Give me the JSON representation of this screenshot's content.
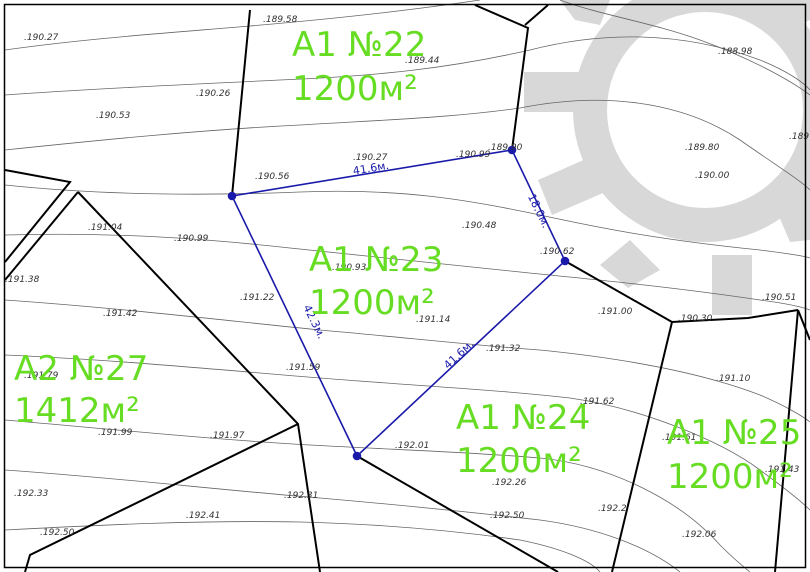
{
  "plots": [
    {
      "id": "A1 №22",
      "area": "1200м²"
    },
    {
      "id": "A1 №23",
      "area": "1200м²"
    },
    {
      "id": "A1 №24",
      "area": "1200м²"
    },
    {
      "id": "A1 №25",
      "area": "1200м²"
    },
    {
      "id": "A2 №27",
      "area": "1412м²"
    }
  ],
  "dimensions": [
    "41.6м.",
    "18.0м.",
    "42.3м.",
    "41.6м."
  ],
  "elevations": [
    ".189.58",
    ".190.27",
    ".189.44",
    ".190.26",
    ".190.53",
    ".190.27",
    ".190.99",
    ".189.90",
    ".190.56",
    ".188.98",
    ".189.80",
    ".190.00",
    ".190.48",
    ".191.04",
    ".190.99",
    ".190.62",
    ".190.93",
    ".191.38",
    ".191.22",
    ".191.42",
    ".191.14",
    ".191.00",
    ".190.51",
    ".190.30",
    ".191.32",
    ".191.10",
    ".191.59",
    ".191.79",
    ".191.62",
    ".191.61",
    ".191.99",
    ".191.97",
    ".192.01",
    ".191.43",
    ".192.26",
    ".192.33",
    ".192.31",
    ".192.41",
    ".192.50",
    ".192.2",
    ".192.50",
    ".192.06",
    ".189"
  ],
  "colors": {
    "plot_label": "#66dd22",
    "survey_line": "#1a1aaa",
    "boundary": "#000000",
    "road": "#d8d8d8",
    "contour": "#555555"
  }
}
